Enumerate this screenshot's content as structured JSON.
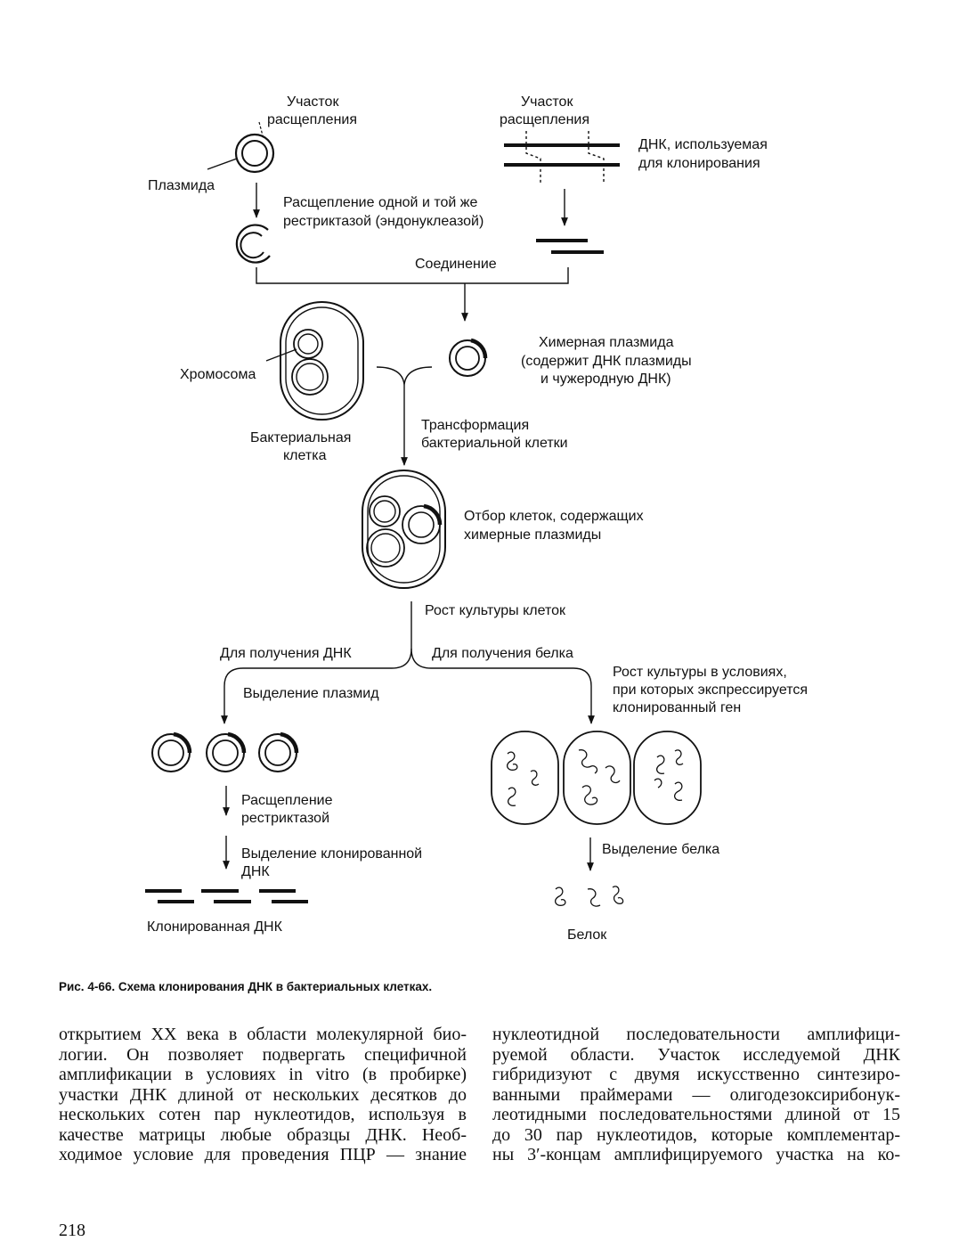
{
  "figure": {
    "labels": {
      "cut_site_left": [
        "Участок",
        "расщепления"
      ],
      "cut_site_right": [
        "Участок",
        "расщепления"
      ],
      "plasmid": "Плазмида",
      "dna_for_cloning": [
        "ДНК, используемая",
        "для клонирования"
      ],
      "restriction": [
        "Расщепление одной и той же",
        "рестриктазой (эндонуклеазой)"
      ],
      "ligation": "Соединение",
      "chromosome": "Хромосома",
      "chimeric_plasmid": [
        "Химерная плазмида",
        "(содержит ДНК плазмиды",
        "и чужеродную ДНК)"
      ],
      "bacterial_cell": [
        "Бактериальная",
        "клетка"
      ],
      "transformation": [
        "Трансформация",
        "бактериальной клетки"
      ],
      "selection": [
        "Отбор клеток, содержащих",
        "химерные плазмиды"
      ],
      "culture_growth": "Рост культуры клеток",
      "for_dna": "Для получения ДНК",
      "for_protein": "Для получения белка",
      "expression_growth": [
        "Рост культуры в условиях,",
        "при которых экспрессируется",
        "клонированный ген"
      ],
      "plasmid_isolation": "Выделение плазмид",
      "restriction_digest": [
        "Расщепление",
        "рестриктазой"
      ],
      "cloned_dna_isolation": [
        "Выделение клонированной",
        "ДНК"
      ],
      "protein_isolation": "Выделение белка",
      "cloned_dna": "Клонированная ДНК",
      "protein": "Белок"
    },
    "caption": "Рис. 4-66. Схема клонирования ДНК в бактериальных клетках."
  },
  "body_text": {
    "left_column": [
      "открытием XX века в области молекулярной био-",
      "логии. Он позволяет подвергать специфичной",
      "амплификации в условиях in vitro (в пробирке)",
      "участки ДНК длиной от нескольких десятков до",
      "нескольких сотен пар нуклеотидов, используя в",
      "качестве матрицы любые образцы ДНК. Необ-",
      "ходимое условие для проведения ПЦР — знание"
    ],
    "right_column": [
      "нуклеотидной последовательности амплифици-",
      "руемой области. Участок исследуемой ДНК",
      "гибридизуют с двумя искусственно синтезиро-",
      "ванными праймерами — олигодезоксирибонук-",
      "леотидными последовательностями длиной от 15",
      "до 30 пар нуклеотидов, которые комплементар-",
      "ны 3′-концам амплифицируемого участка на ко-"
    ]
  },
  "page_number": "218"
}
